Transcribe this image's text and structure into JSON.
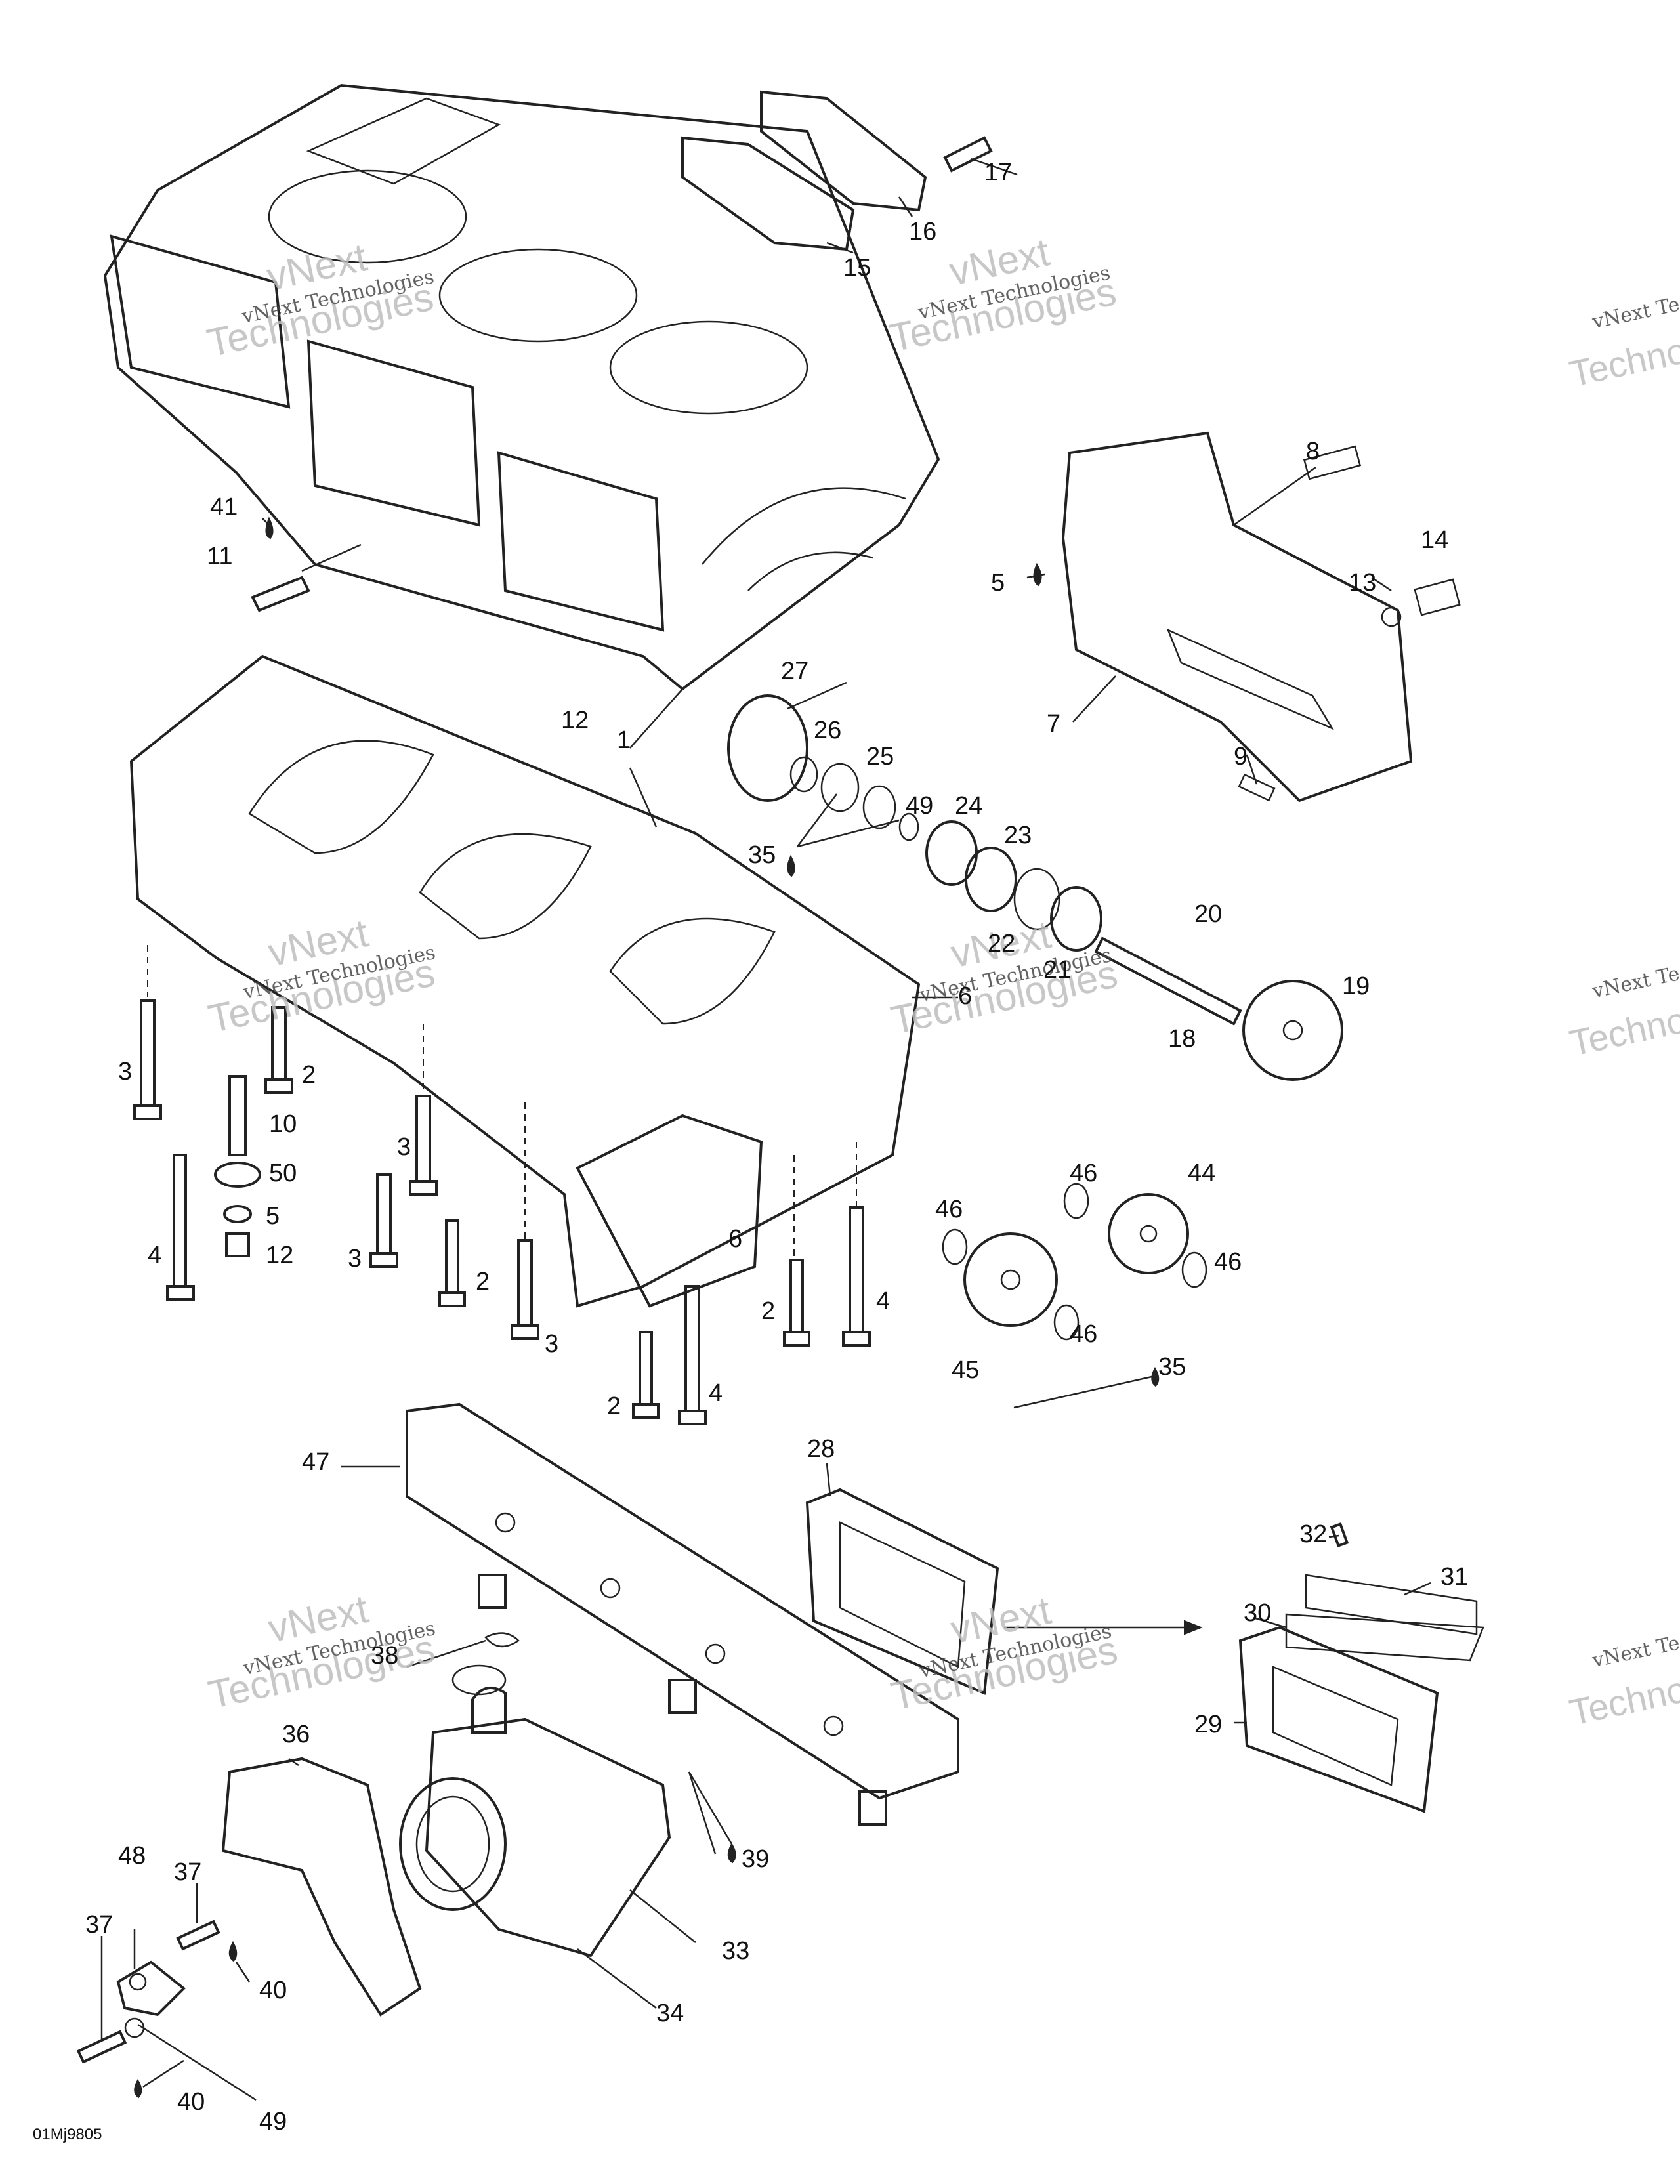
{
  "figure_code": "01Mj9805",
  "watermark": {
    "line1": "vNext",
    "line2": "Technologies",
    "small": "vNext Technologies",
    "edge1": "vNext Te",
    "edge2": "Technol"
  },
  "callouts": [
    "1",
    "2",
    "3",
    "4",
    "5",
    "6",
    "7",
    "8",
    "9",
    "10",
    "11",
    "12",
    "13",
    "14",
    "15",
    "16",
    "17",
    "18",
    "19",
    "20",
    "21",
    "22",
    "23",
    "24",
    "25",
    "26",
    "27",
    "28",
    "29",
    "30",
    "31",
    "32",
    "33",
    "34",
    "35",
    "36",
    "37",
    "38",
    "39",
    "40",
    "41",
    "44",
    "45",
    "46",
    "47",
    "48",
    "49",
    "50"
  ]
}
